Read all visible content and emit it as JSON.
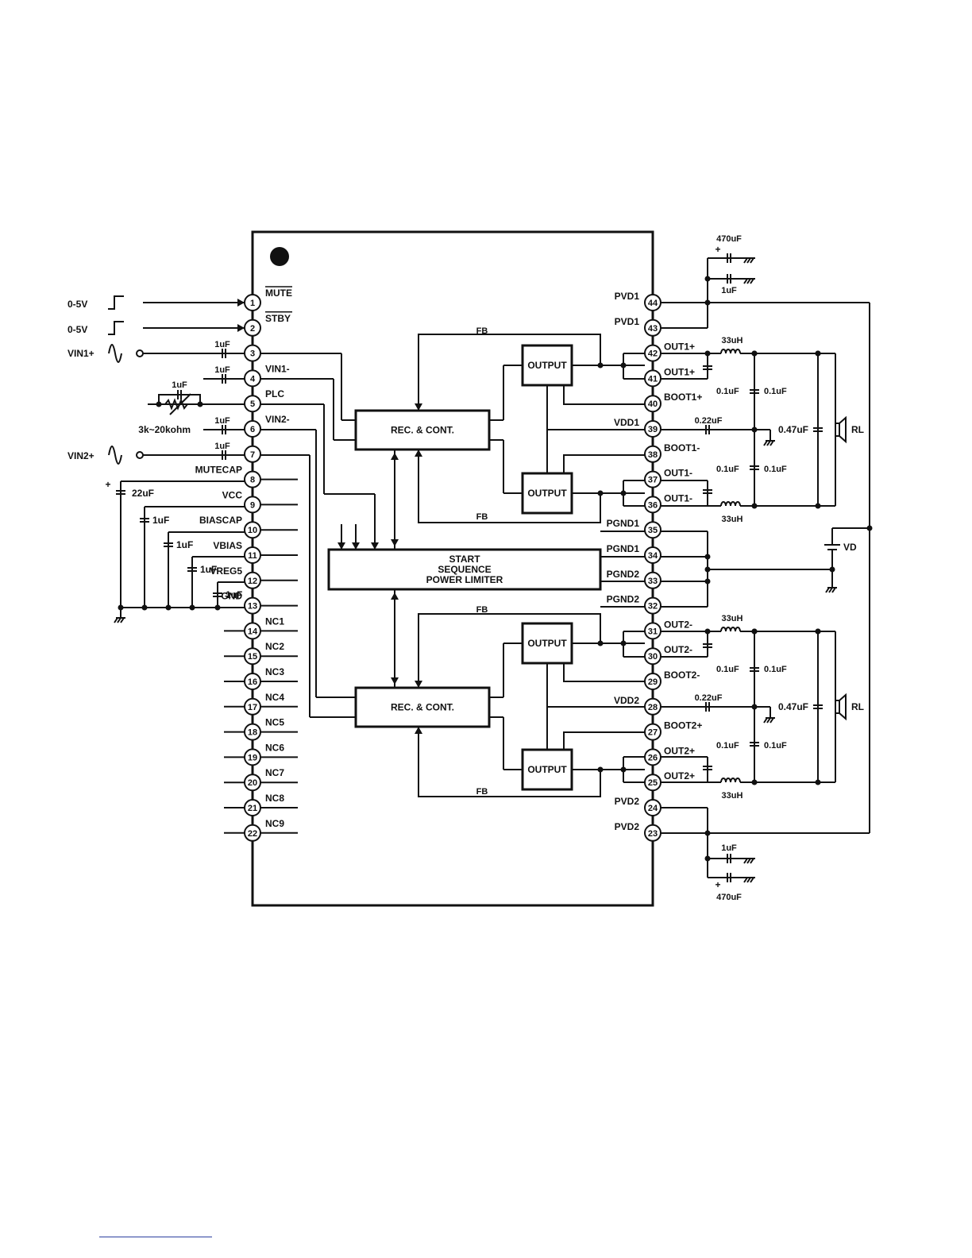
{
  "left_pins": [
    {
      "num": "1",
      "label": "MUTE"
    },
    {
      "num": "2",
      "label": "STBY"
    },
    {
      "num": "3",
      "label": ""
    },
    {
      "num": "4",
      "label": "VIN1-"
    },
    {
      "num": "5",
      "label": "PLC"
    },
    {
      "num": "6",
      "label": "VIN2-"
    },
    {
      "num": "7",
      "label": ""
    },
    {
      "num": "8",
      "label": "MUTECAP"
    },
    {
      "num": "9",
      "label": "VCC"
    },
    {
      "num": "10",
      "label": "BIASCAP"
    },
    {
      "num": "11",
      "label": "VBIAS"
    },
    {
      "num": "12",
      "label": "VREG5"
    },
    {
      "num": "13",
      "label": "GND"
    },
    {
      "num": "14",
      "label": "NC1"
    },
    {
      "num": "15",
      "label": "NC2"
    },
    {
      "num": "16",
      "label": "NC3"
    },
    {
      "num": "17",
      "label": "NC4"
    },
    {
      "num": "18",
      "label": "NC5"
    },
    {
      "num": "19",
      "label": "NC6"
    },
    {
      "num": "20",
      "label": "NC7"
    },
    {
      "num": "21",
      "label": "NC8"
    },
    {
      "num": "22",
      "label": "NC9"
    }
  ],
  "right_pins": [
    {
      "num": "44",
      "label": "PVD1",
      "side": "in"
    },
    {
      "num": "43",
      "label": "PVD1",
      "side": "in"
    },
    {
      "num": "42",
      "label": "OUT1+",
      "side": "out"
    },
    {
      "num": "41",
      "label": "OUT1+",
      "side": "out"
    },
    {
      "num": "40",
      "label": "BOOT1+",
      "side": "out"
    },
    {
      "num": "39",
      "label": "VDD1",
      "side": "in"
    },
    {
      "num": "38",
      "label": "BOOT1-",
      "side": "out"
    },
    {
      "num": "37",
      "label": "OUT1-",
      "side": "out"
    },
    {
      "num": "36",
      "label": "OUT1-",
      "side": "out"
    },
    {
      "num": "35",
      "label": "PGND1",
      "side": "in"
    },
    {
      "num": "34",
      "label": "PGND1",
      "side": "in"
    },
    {
      "num": "33",
      "label": "PGND2",
      "side": "in"
    },
    {
      "num": "32",
      "label": "PGND2",
      "side": "in"
    },
    {
      "num": "31",
      "label": "OUT2-",
      "side": "out"
    },
    {
      "num": "30",
      "label": "OUT2-",
      "side": "out"
    },
    {
      "num": "29",
      "label": "BOOT2-",
      "side": "out"
    },
    {
      "num": "28",
      "label": "VDD2",
      "side": "in"
    },
    {
      "num": "27",
      "label": "BOOT2+",
      "side": "out"
    },
    {
      "num": "26",
      "label": "OUT2+",
      "side": "out"
    },
    {
      "num": "25",
      "label": "OUT2+",
      "side": "out"
    },
    {
      "num": "24",
      "label": "PVD2",
      "side": "in"
    },
    {
      "num": "23",
      "label": "PVD2",
      "side": "in"
    }
  ],
  "blocks": {
    "rec_cont_1": "REC. & CONT.",
    "rec_cont_2": "REC. & CONT.",
    "output_1a": "OUTPUT",
    "output_1b": "OUTPUT",
    "output_2a": "OUTPUT",
    "output_2b": "OUTPUT",
    "start_lines": [
      "START",
      "SEQUENCE",
      "POWER LIMITER"
    ]
  },
  "feedback_label": "FB",
  "inputs": {
    "mute_src": "0-5V",
    "stby_src": "0-5V",
    "vin1_plus": "VIN1+",
    "vin2_plus": "VIN2+",
    "plc_resistor": "3k~20kohm"
  },
  "components": {
    "c_1uf": "1uF",
    "c_22uf": "22uF",
    "c_470uf": "470uF",
    "c_01uf": "0.1uF",
    "c_022uf": "0.22uF",
    "c_047uf": "0.47uF",
    "l_33uh": "33uH",
    "load": "RL",
    "supply": "VD"
  }
}
